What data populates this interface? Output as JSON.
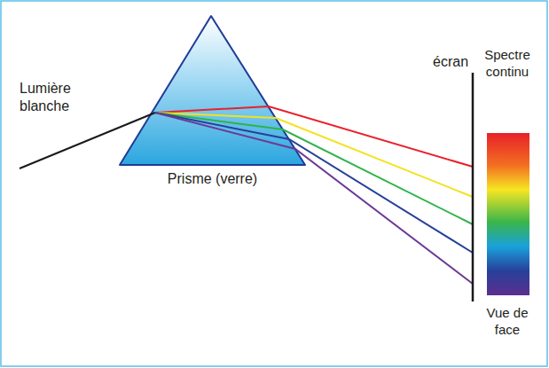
{
  "diagram": {
    "nodes": [
      {
        "text": [
          "Prisme (verre)"
        ]
      },
      {
        "text": [
          "Spectre continu",
          "Vue de face"
        ]
      }
    ],
    "labels": [
      "Lumière blanche",
      "écran"
    ]
  }
}
